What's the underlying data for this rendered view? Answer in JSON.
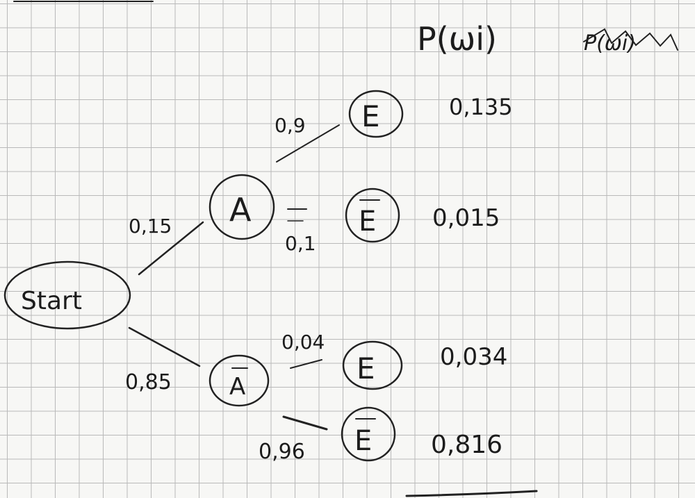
{
  "headers": {
    "probability": "P(ωi)",
    "probability_crossed": "P(ωi)"
  },
  "nodes": {
    "start": "Start",
    "a": "A",
    "a_bar": "A",
    "e1": "E",
    "e1_bar": "E",
    "e2": "E",
    "e2_bar": "E"
  },
  "edges": {
    "start_a": "0,15",
    "start_a_bar": "0,85",
    "a_e": "0,9",
    "a_e_bar": "0,1",
    "a_bar_e": "0,04",
    "a_bar_e_bar": "0,96"
  },
  "outcomes": {
    "a_e": "0,135",
    "a_e_bar": "0,015",
    "a_bar_e": "0,034",
    "a_bar_e_bar": "0,816"
  }
}
